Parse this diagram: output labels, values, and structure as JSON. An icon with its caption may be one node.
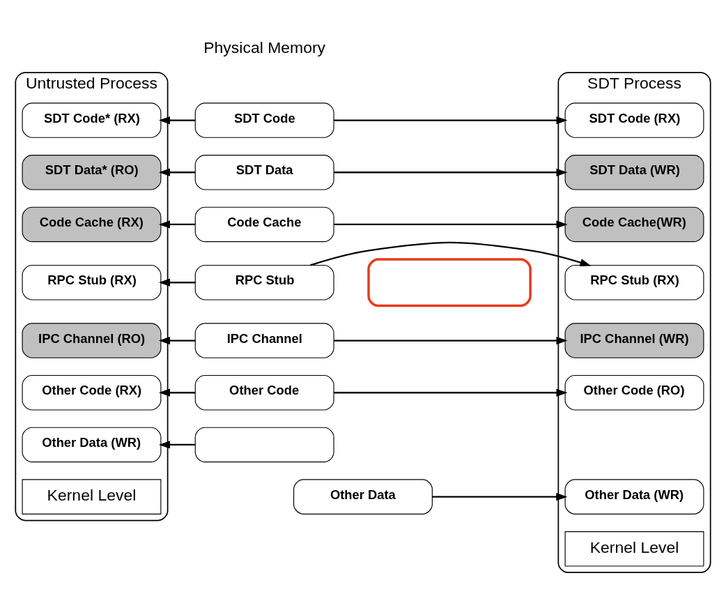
{
  "diagram": {
    "nodes": [
      {
        "text": [
          "Untrusted Process"
        ]
      },
      {
        "text": [
          "SDT Code* (RX)"
        ],
        "in": 0
      },
      {
        "text": [
          "SDT Data* (RO)"
        ],
        "in": 0
      },
      {
        "text": [
          "Code Cache (RX)"
        ],
        "in": 0
      },
      {
        "text": [
          "RPC Stub (RX)"
        ],
        "in": 0
      },
      {
        "text": [
          "IPC Channel (RO)"
        ],
        "in": 0
      },
      {
        "text": [
          "Other Code (RX)"
        ],
        "in": 0
      },
      {
        "text": [
          "Other Data (WR)"
        ],
        "in": 0
      },
      {
        "text": [
          "Kernel Level"
        ],
        "in": 0
      },
      {
        "text": [
          "SDT Code"
        ]
      },
      {
        "text": [
          "SDT Data"
        ]
      },
      {
        "text": [
          "Code Cache"
        ]
      },
      {
        "text": [
          "RPC Stub"
        ]
      },
      {
        "text": [
          "IPC Channel"
        ]
      },
      {
        "text": [
          "Other Code"
        ]
      },
      {
        "text": [],
        "shape": "box"
      },
      {
        "text": [
          "Other Data"
        ]
      },
      {
        "text": [
          "SDT Process"
        ]
      },
      {
        "text": [
          "SDT Code (RX)"
        ],
        "in": 17
      },
      {
        "text": [
          "SDT Data (WR)"
        ],
        "in": 17
      },
      {
        "text": [
          "Code Cache(WR)"
        ],
        "in": 17
      },
      {
        "text": [
          "RPC Stub (RX)"
        ],
        "in": 17
      },
      {
        "text": [
          "IPC Channel (WR)"
        ],
        "in": 17
      },
      {
        "text": [
          "Other Code (RO)"
        ],
        "in": 17
      },
      {
        "text": [
          "Other Data (WR)"
        ],
        "in": 17
      },
      {
        "text": [
          "Kernel Level"
        ],
        "in": 17
      },
      {
        "text": [],
        "shape": "box"
      }
    ],
    "edges": [
      {
        "from": 9,
        "to": 1,
        "arrow": "to"
      },
      {
        "from": 9,
        "to": 18,
        "arrow": "to"
      },
      {
        "from": 10,
        "to": 2,
        "arrow": "to"
      },
      {
        "from": 10,
        "to": 19,
        "arrow": "to"
      },
      {
        "from": 11,
        "to": 3,
        "arrow": "to"
      },
      {
        "from": 11,
        "to": 20,
        "arrow": "to"
      },
      {
        "from": 12,
        "to": 4,
        "arrow": "to"
      },
      {
        "from": 12,
        "to": 21,
        "arrow": "to"
      },
      {
        "from": 13,
        "to": 5,
        "arrow": "to"
      },
      {
        "from": 13,
        "to": 22,
        "arrow": "to"
      },
      {
        "from": 14,
        "to": 6,
        "arrow": "to"
      },
      {
        "from": 14,
        "to": 23,
        "arrow": "to"
      },
      {
        "from": 15,
        "to": 7,
        "arrow": "to"
      },
      {
        "from": 16,
        "to": 24,
        "arrow": "to"
      }
    ],
    "labels": [
      "Physical Memory"
    ]
  }
}
